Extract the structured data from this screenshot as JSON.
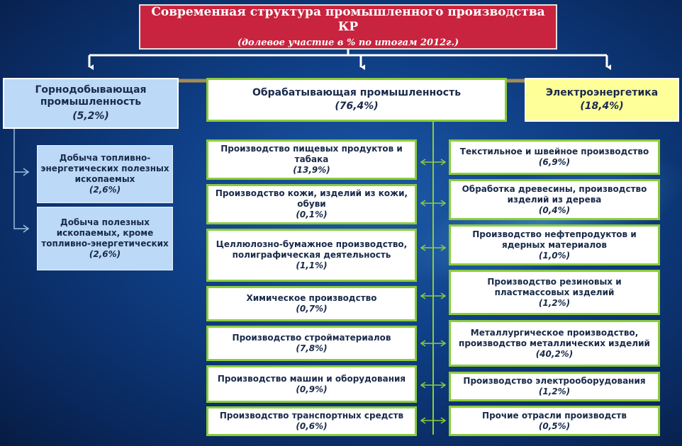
{
  "title": {
    "line1": "Современная структура промышленного производства КР",
    "line2": "(долевое участие в % по итогам 2012г.)"
  },
  "mining": {
    "label": "Горнодобывающая промышленность",
    "pct": "(5,2%)",
    "items": [
      {
        "label": "Добыча топливно-энергетических полезных ископаемых",
        "pct": "(2,6%)"
      },
      {
        "label": "Добыча полезных ископаемых, кроме топливно-энергетических",
        "pct": "(2,6%)"
      }
    ]
  },
  "manufacturing": {
    "label": "Обрабатывающая промышленность",
    "pct": "(76,4%)",
    "left": [
      {
        "label": "Производство пищевых продуктов и табака",
        "pct": "(13,9%)"
      },
      {
        "label": "Производство кожи, изделий из кожи, обуви",
        "pct": "(0,1%)"
      },
      {
        "label": "Целлюлозно-бумажное производство, полиграфическая деятельность",
        "pct": "(1,1%)"
      },
      {
        "label": "Химическое производство",
        "pct": "(0,7%)"
      },
      {
        "label": "Производство стройматериалов",
        "pct": "(7,8%)"
      },
      {
        "label": "Производство машин и оборудования",
        "pct": "(0,9%)"
      },
      {
        "label": "Производство транспортных средств",
        "pct": "(0,6%)"
      }
    ],
    "right": [
      {
        "label": "Текстильное и швейное производство",
        "pct": "(6,9%)"
      },
      {
        "label": "Обработка древесины, производство изделий из дерева",
        "pct": "(0,4%)"
      },
      {
        "label": "Производство нефтепродуктов и ядерных материалов",
        "pct": "(1,0%)"
      },
      {
        "label": "Производство резиновых и пластмассовых изделий",
        "pct": "(1,2%)"
      },
      {
        "label": "Металлургическое производство, производство металлических изделий",
        "pct": "(40,2%)"
      },
      {
        "label": "Производство электрооборудования",
        "pct": "(1,2%)"
      },
      {
        "label": "Прочие отрасли производств",
        "pct": "(0,5%)"
      }
    ]
  },
  "energy": {
    "label": "Электроэнергетика",
    "pct": "(18,4%)"
  },
  "colors": {
    "title_bg": "#c9243f",
    "accent_green": "#8ccc3a",
    "mining_bg": "#bcd9f7",
    "energy_bg": "#ffff99"
  }
}
